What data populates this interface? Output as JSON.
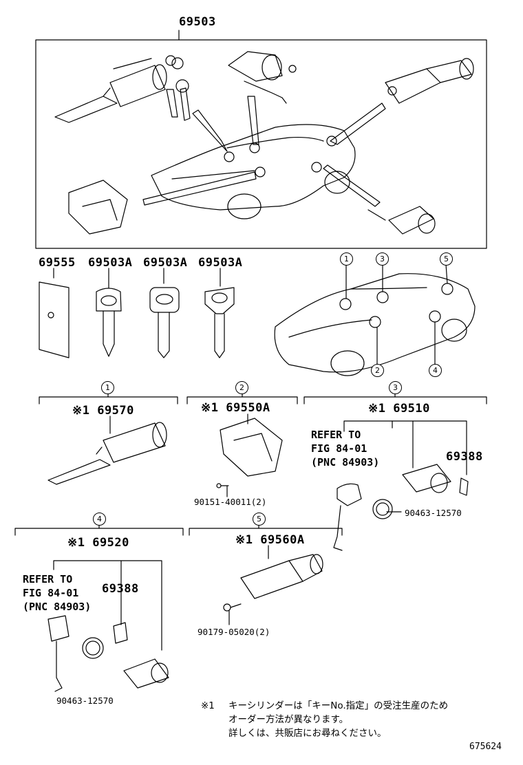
{
  "assembly": {
    "part_no": "69503"
  },
  "keys": [
    {
      "part_no": "69555"
    },
    {
      "part_no": "69503A"
    },
    {
      "part_no": "69503A"
    },
    {
      "part_no": "69503A"
    }
  ],
  "markers": [
    "1",
    "2",
    "3",
    "4",
    "5"
  ],
  "sections": {
    "s1": {
      "marker": "1",
      "part_no": "※1 69570"
    },
    "s2": {
      "marker": "2",
      "part_no": "※1 69550A",
      "bolt": "90151-40011(2)"
    },
    "s3": {
      "marker": "3",
      "part_no": "※1 69510",
      "ref": "REFER TO\nFIG 84-01\n(PNC 84903)",
      "sub": "69388",
      "clip": "90463-12570"
    },
    "s4": {
      "marker": "4",
      "part_no": "※1 69520",
      "ref": "REFER TO\nFIG 84-01\n(PNC 84903)",
      "sub": "69388",
      "clip": "90463-12570"
    },
    "s5": {
      "marker": "5",
      "part_no": "※1 69560A",
      "bolt": "90179-05020(2)"
    }
  },
  "note": {
    "mark": "※1",
    "line1": "キーシリンダーは「キーNo.指定」の受注生産のため",
    "line2": "オーダー方法が異なります。",
    "line3": "詳しくは、共販店にお尋ねください。"
  },
  "figure_id": "675624"
}
